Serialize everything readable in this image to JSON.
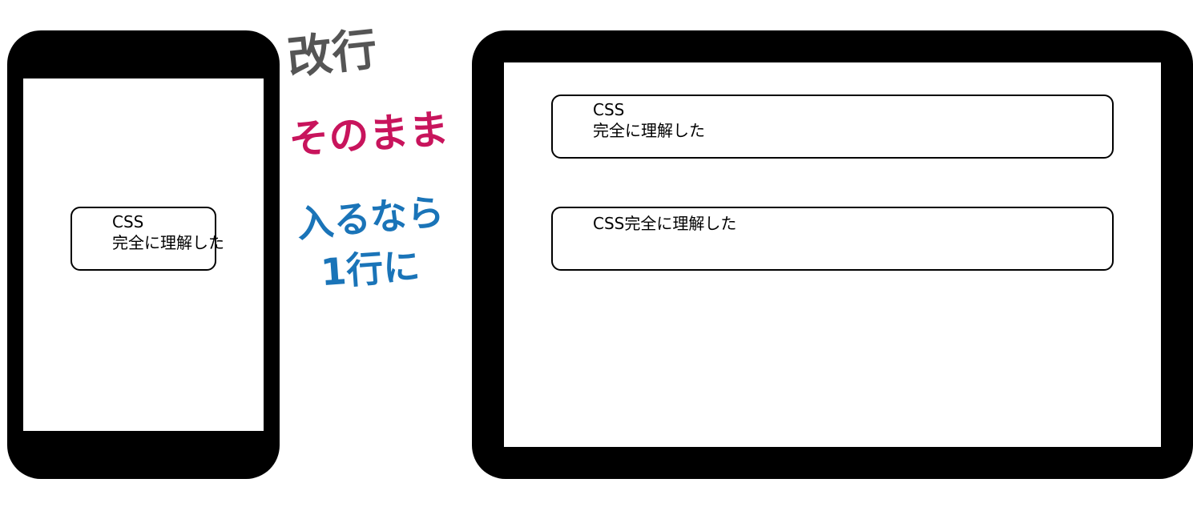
{
  "phone": {
    "card": {
      "line1": "CSS",
      "line2": "完全に理解した"
    }
  },
  "annotations": {
    "line1": "改行",
    "line2": "そのまま",
    "line3a": "入るなら",
    "line3b": "1行に",
    "colors": {
      "line1": "#555555",
      "line2": "#c8145c",
      "line3": "#1a74b8"
    }
  },
  "tablet": {
    "card1": {
      "line1": "CSS",
      "line2": "完全に理解した"
    },
    "card2": {
      "text": "CSS完全に理解した"
    }
  }
}
